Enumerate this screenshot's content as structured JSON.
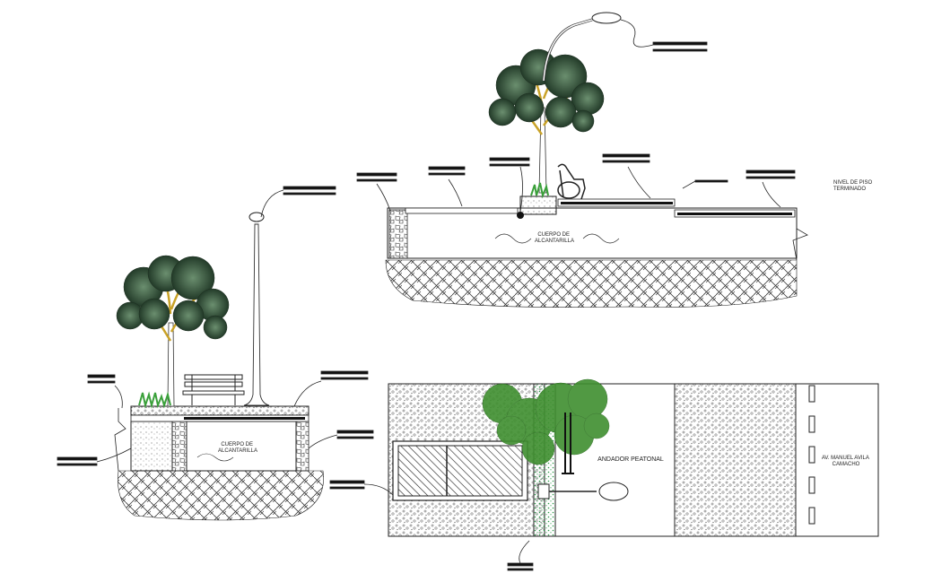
{
  "labels": {
    "nivel_piso": [
      "NIVEL DE PISO",
      "TERMINADO"
    ],
    "cuerpo_alcantarilla_top": [
      "CUERPO DE",
      "ALCANTARILLA"
    ],
    "cuerpo_alcantarilla_left": [
      "CUERPO DE",
      "ALCANTARILLA"
    ],
    "andador_peatonal": "ANDADOR PEATONAL",
    "avenida": [
      "AV. MANUEL AVILA",
      "CAMACHO"
    ]
  },
  "colors": {
    "line": "#222222",
    "tree_foliage": "#2f5a3a",
    "tree_trunk": "#c9a227",
    "grass": "#3aa03a",
    "plan_foliage": "#3f8f2f",
    "plan_dots": "#2e9b4a"
  },
  "icons": [
    "tree-icon",
    "street-lamp-icon",
    "bench-icon",
    "grass-icon"
  ]
}
